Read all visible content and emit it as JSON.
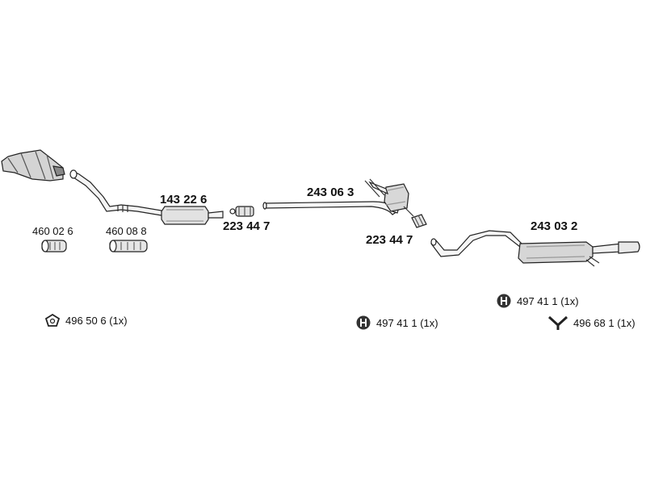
{
  "parts": {
    "front_pipe": "143 22 6",
    "clamp_1": "223 44 7",
    "middle_silencer": "243 06 3",
    "clamp_2": "223 44 7",
    "rear_silencer": "243 03 2",
    "gasket_1": "460 02 6",
    "gasket_2": "460 08 8"
  },
  "accessories": {
    "rubber_ring": "496 50 6 (1x)",
    "mount_1": "497 41 1 (1x)",
    "mount_2": "497 41 1 (1x)",
    "bracket": "496 68 1 (1x)"
  },
  "icons": [
    "rubber-ring-icon",
    "mount-icon",
    "bracket-icon"
  ],
  "colors": {
    "line": "#222222",
    "fill": "#dddddd",
    "dark": "#333333"
  }
}
